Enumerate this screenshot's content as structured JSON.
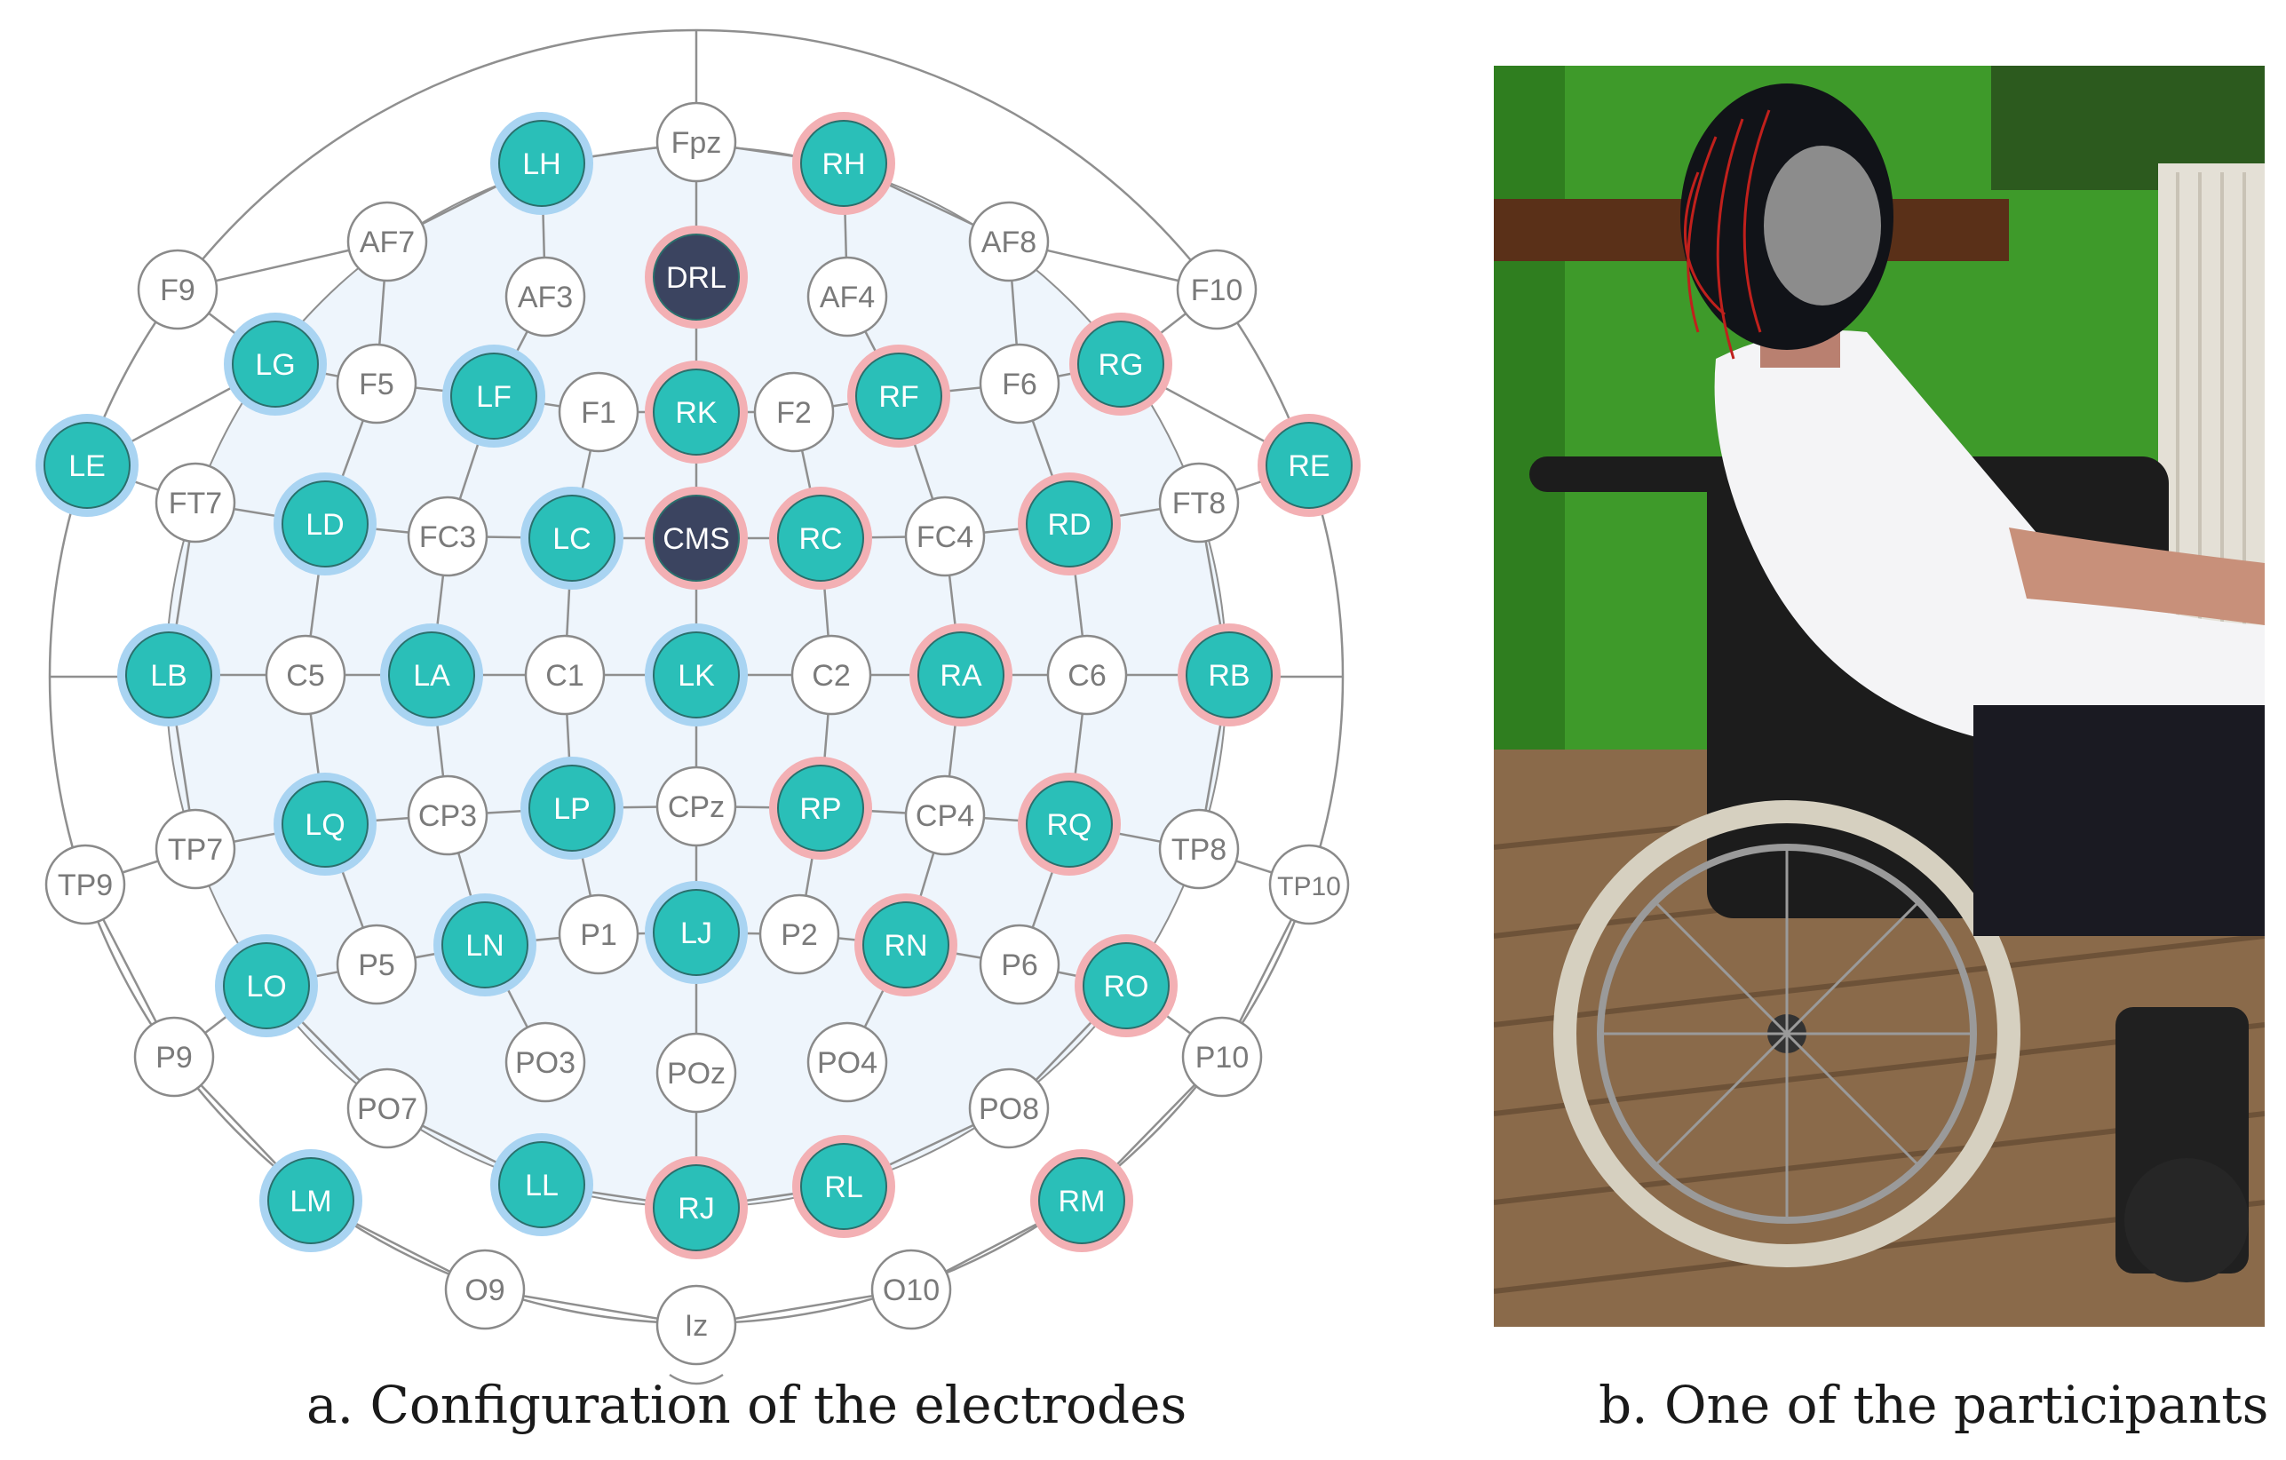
{
  "figure_a": {
    "caption": "a. Configuration of the electrodes",
    "electrodes": [
      {
        "label": "Fpz",
        "kind": "standard"
      },
      {
        "label": "LH",
        "kind": "left"
      },
      {
        "label": "RH",
        "kind": "right"
      },
      {
        "label": "AF7",
        "kind": "standard"
      },
      {
        "label": "AF8",
        "kind": "standard"
      },
      {
        "label": "DRL",
        "kind": "reference"
      },
      {
        "label": "F9",
        "kind": "standard"
      },
      {
        "label": "AF3",
        "kind": "standard"
      },
      {
        "label": "AF4",
        "kind": "standard"
      },
      {
        "label": "F10",
        "kind": "standard"
      },
      {
        "label": "LG",
        "kind": "left"
      },
      {
        "label": "F5",
        "kind": "standard"
      },
      {
        "label": "LF",
        "kind": "left"
      },
      {
        "label": "F1",
        "kind": "standard"
      },
      {
        "label": "RK",
        "kind": "right"
      },
      {
        "label": "F2",
        "kind": "standard"
      },
      {
        "label": "RF",
        "kind": "right"
      },
      {
        "label": "F6",
        "kind": "standard"
      },
      {
        "label": "RG",
        "kind": "right"
      },
      {
        "label": "LE",
        "kind": "left"
      },
      {
        "label": "RE",
        "kind": "right"
      },
      {
        "label": "FT7",
        "kind": "standard"
      },
      {
        "label": "LD",
        "kind": "left"
      },
      {
        "label": "FC3",
        "kind": "standard"
      },
      {
        "label": "LC",
        "kind": "left"
      },
      {
        "label": "CMS",
        "kind": "reference"
      },
      {
        "label": "RC",
        "kind": "right"
      },
      {
        "label": "FC4",
        "kind": "standard"
      },
      {
        "label": "RD",
        "kind": "right"
      },
      {
        "label": "FT8",
        "kind": "standard"
      },
      {
        "label": "LB",
        "kind": "left"
      },
      {
        "label": "C5",
        "kind": "standard"
      },
      {
        "label": "LA",
        "kind": "left"
      },
      {
        "label": "C1",
        "kind": "standard"
      },
      {
        "label": "LK",
        "kind": "left"
      },
      {
        "label": "C2",
        "kind": "standard"
      },
      {
        "label": "RA",
        "kind": "right"
      },
      {
        "label": "C6",
        "kind": "standard"
      },
      {
        "label": "RB",
        "kind": "right"
      },
      {
        "label": "LQ",
        "kind": "left"
      },
      {
        "label": "CP3",
        "kind": "standard"
      },
      {
        "label": "LP",
        "kind": "left"
      },
      {
        "label": "CPz",
        "kind": "standard"
      },
      {
        "label": "RP",
        "kind": "right"
      },
      {
        "label": "CP4",
        "kind": "standard"
      },
      {
        "label": "RQ",
        "kind": "right"
      },
      {
        "label": "TP7",
        "kind": "standard"
      },
      {
        "label": "TP8",
        "kind": "standard"
      },
      {
        "label": "TP9",
        "kind": "standard"
      },
      {
        "label": "TP10",
        "kind": "standard"
      },
      {
        "label": "P5",
        "kind": "standard"
      },
      {
        "label": "LN",
        "kind": "left"
      },
      {
        "label": "P1",
        "kind": "standard"
      },
      {
        "label": "LJ",
        "kind": "left"
      },
      {
        "label": "P2",
        "kind": "standard"
      },
      {
        "label": "RN",
        "kind": "right"
      },
      {
        "label": "P6",
        "kind": "standard"
      },
      {
        "label": "LO",
        "kind": "left"
      },
      {
        "label": "RO",
        "kind": "right"
      },
      {
        "label": "P9",
        "kind": "standard"
      },
      {
        "label": "PO3",
        "kind": "standard"
      },
      {
        "label": "POz",
        "kind": "standard"
      },
      {
        "label": "PO4",
        "kind": "standard"
      },
      {
        "label": "P10",
        "kind": "standard"
      },
      {
        "label": "PO7",
        "kind": "standard"
      },
      {
        "label": "PO8",
        "kind": "standard"
      },
      {
        "label": "LM",
        "kind": "left"
      },
      {
        "label": "LL",
        "kind": "left"
      },
      {
        "label": "RJ",
        "kind": "right"
      },
      {
        "label": "RL",
        "kind": "right"
      },
      {
        "label": "RM",
        "kind": "right"
      },
      {
        "label": "O9",
        "kind": "standard"
      },
      {
        "label": "Iz",
        "kind": "standard"
      },
      {
        "label": "O10",
        "kind": "standard"
      }
    ]
  },
  "figure_b": {
    "caption": "b. One of the participants"
  },
  "colors": {
    "left_fill": "#2abfb8",
    "left_ring": "#a9d4f2",
    "right_fill": "#2abfb8",
    "right_ring": "#f3b0b4",
    "reference_fill": "#3b4460",
    "reference_ring": "#f3b0b4",
    "standard_fill": "#ffffff",
    "standard_stroke": "#8a8a8a",
    "head_fill": "#eef5fc",
    "line": "#8f8f8f"
  }
}
